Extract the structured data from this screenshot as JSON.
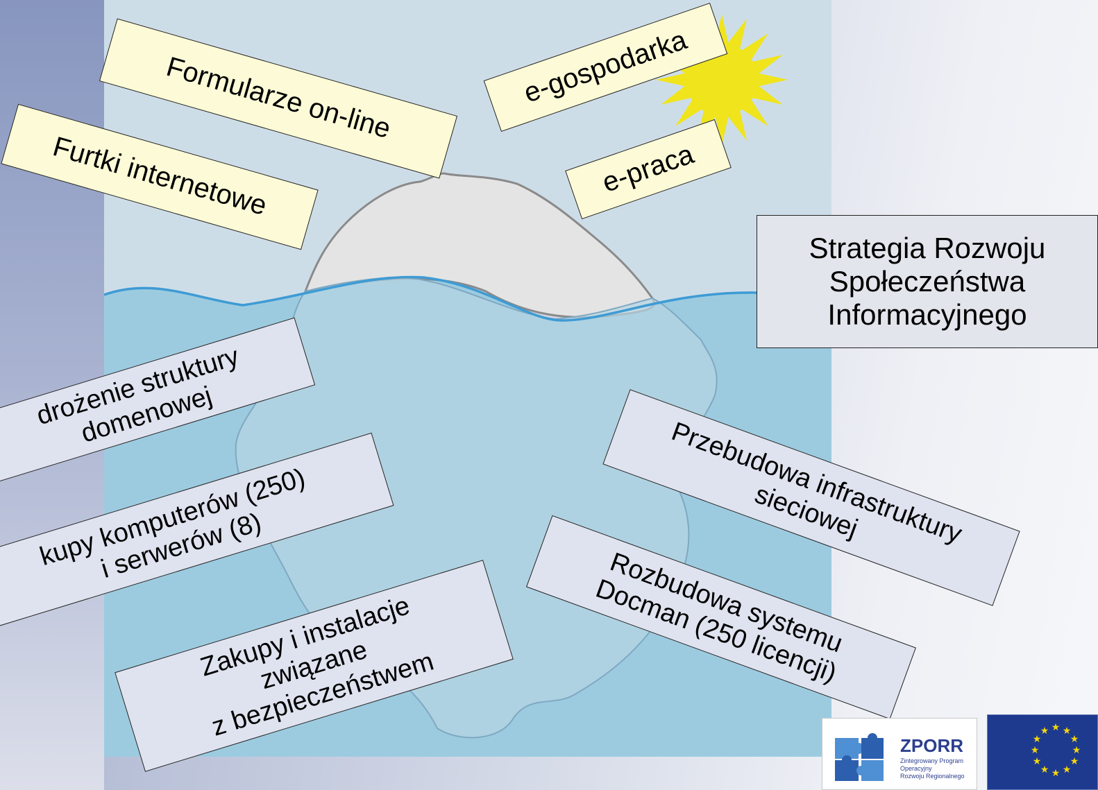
{
  "diagram": {
    "goal_box": {
      "lines": [
        "Strategia Rozwoju",
        "Społeczeństwa",
        "Informacyjnego"
      ]
    },
    "above_water": {
      "formularze": "Formularze on-line",
      "furtki": "Furtki internetowe",
      "egospodarka": "e-gospodarka",
      "epraca": "e-praca"
    },
    "below_water": {
      "domain": {
        "lines": [
          "drożenie struktury",
          "domenowej"
        ]
      },
      "purchases": {
        "lines": [
          "kupy komputerów (250)",
          "i serwerów (8)"
        ]
      },
      "security": {
        "lines": [
          "Zakupy i instalacje",
          "związane",
          "z bezpieczeństwem"
        ]
      },
      "network": {
        "lines": [
          "Przebudowa infrastruktury",
          "sieciowej"
        ]
      },
      "docman": {
        "lines": [
          "Rozbudowa systemu",
          "Docman (250 licencji)"
        ]
      }
    }
  },
  "logos": {
    "zporr": {
      "title": "ZPORR",
      "subtitle": "Zintegrowany Program\nOperacyjny\nRozwoju Regionalnego"
    }
  },
  "colors": {
    "sky": "#cddde8",
    "water": "#9ccbe0",
    "waterline": "#3e9bd4",
    "iceberg": "#e4e4e4",
    "sun": "#f0e41c",
    "note_yellow": "#fdfbd7",
    "note_blue": "#dfe3ef",
    "eu_blue": "#1d3a8f",
    "eu_star": "#f5d60a",
    "zporr_blue": "#2c3f8f",
    "puzzle_blue": "#4f8fd3"
  },
  "icons": [
    "sun-icon",
    "iceberg-icon",
    "puzzle-icon",
    "eu-flag-icon"
  ]
}
